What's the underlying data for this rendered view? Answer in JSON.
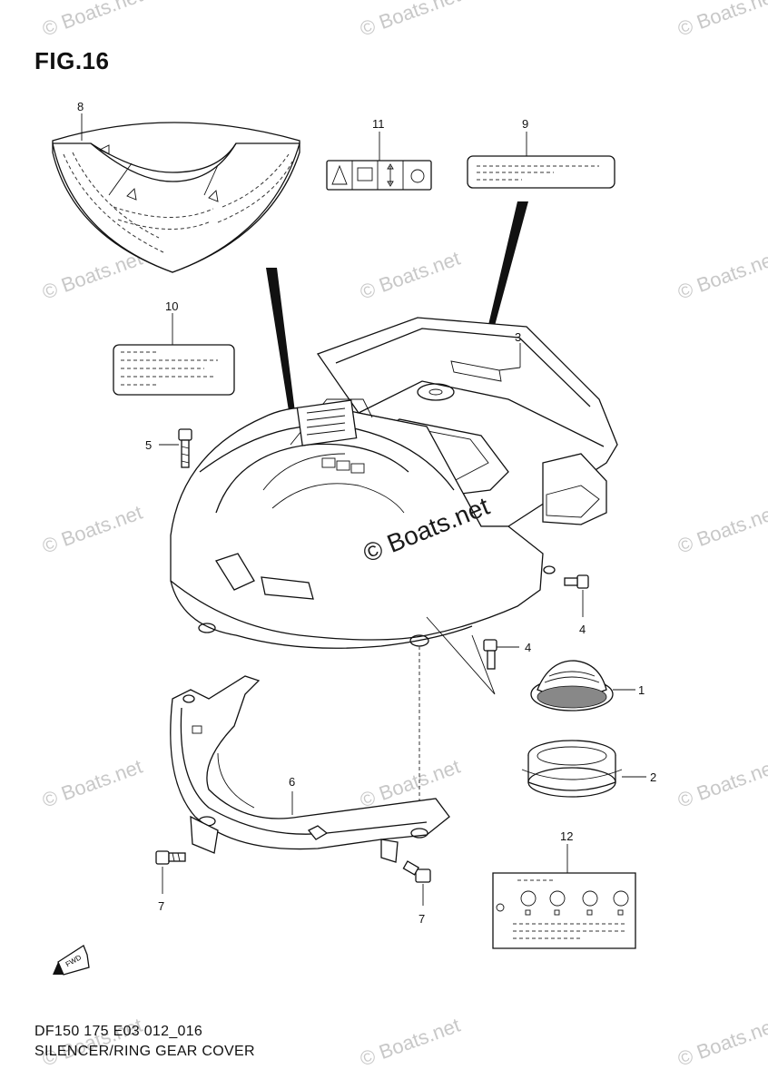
{
  "figure": {
    "title": "FIG.16",
    "drawing_code": "DF150 175 E03 012_016",
    "caption": "SILENCER/RING GEAR COVER"
  },
  "watermark": {
    "text": "© Boats.net",
    "center_text": "© Boats.net"
  },
  "callouts": {
    "c1": "1",
    "c2": "2",
    "c3": "3",
    "c4a": "4",
    "c4b": "4",
    "c5": "5",
    "c6": "6",
    "c7a": "7",
    "c7b": "7",
    "c8": "8",
    "c9": "9",
    "c10": "10",
    "c11": "11",
    "c12": "12"
  },
  "fwd_arrow_label": "FWD"
}
